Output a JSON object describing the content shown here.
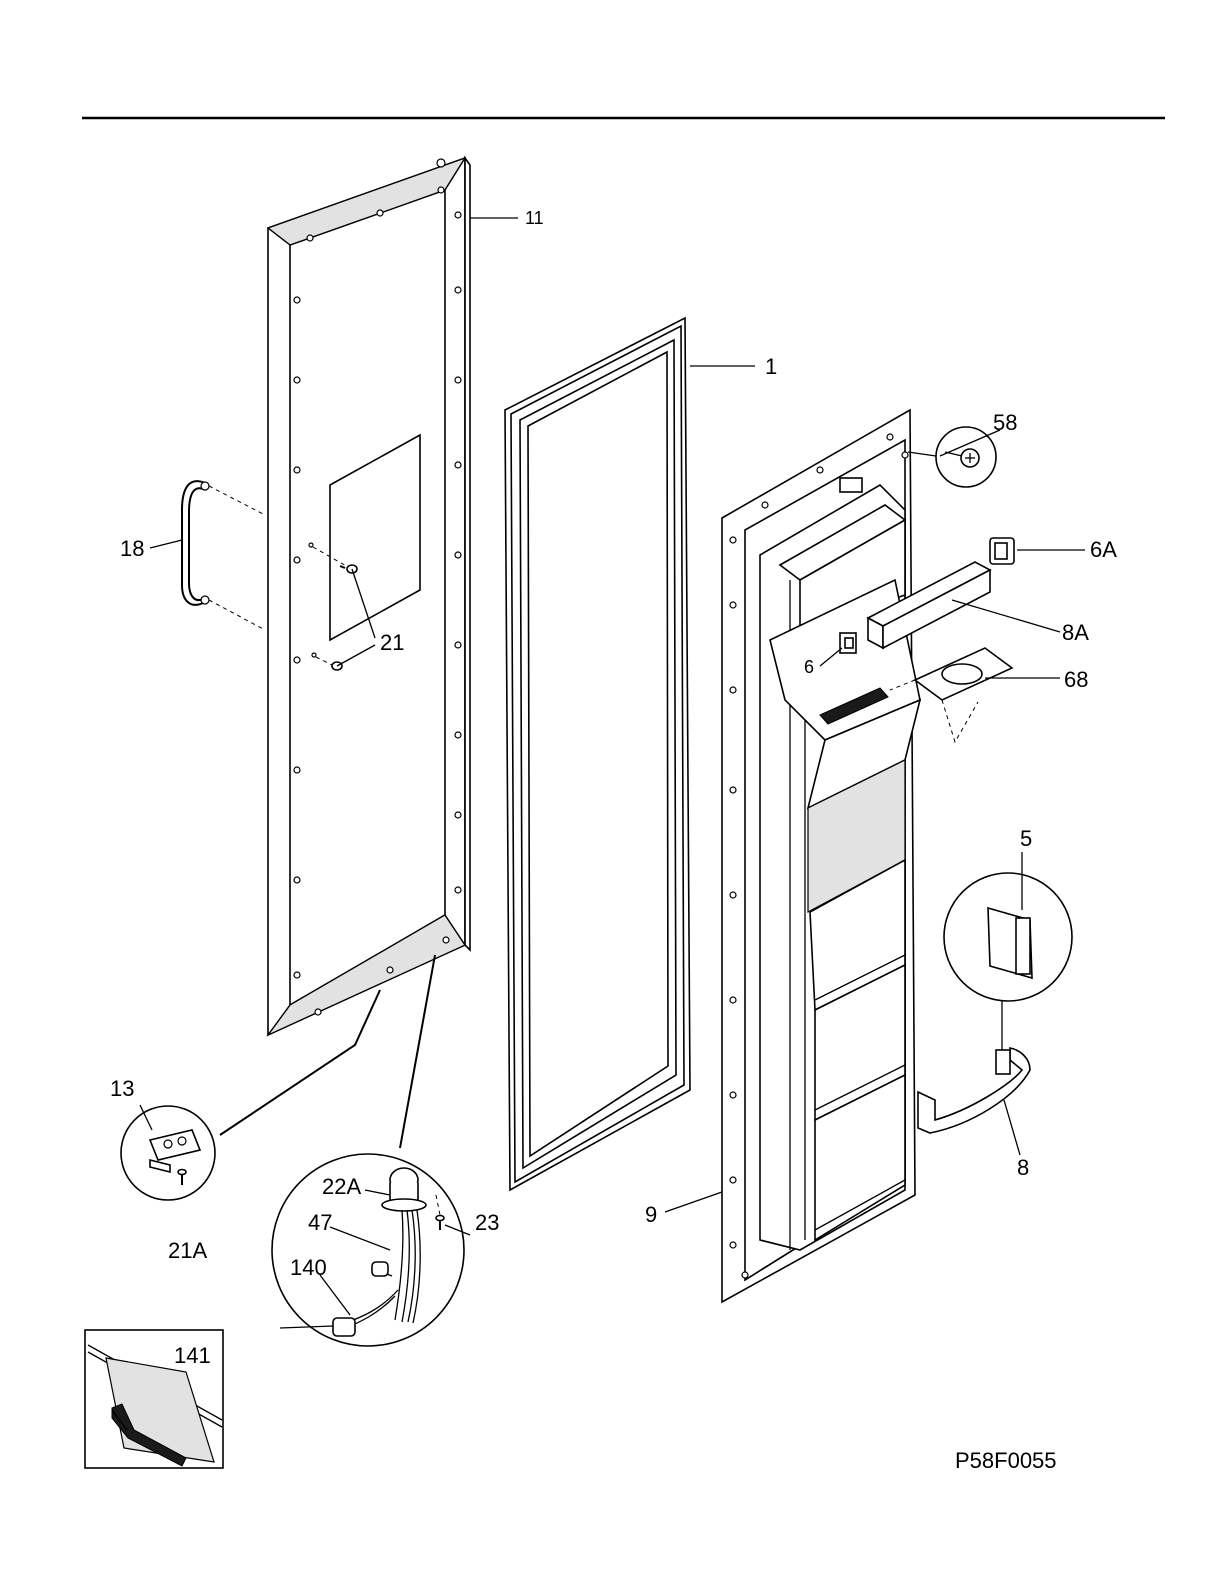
{
  "diagram_code": "P58F0055",
  "callouts": {
    "c11": "11",
    "c1": "1",
    "c58": "58",
    "c6A": "6A",
    "c18": "18",
    "c21": "21",
    "c8A": "8A",
    "c6": "6",
    "c68": "68",
    "c5": "5",
    "c13": "13",
    "c21A": "21A",
    "c22A": "22A",
    "c23": "23",
    "c47": "47",
    "c140": "140",
    "c9": "9",
    "c8": "8",
    "c141": "141"
  }
}
